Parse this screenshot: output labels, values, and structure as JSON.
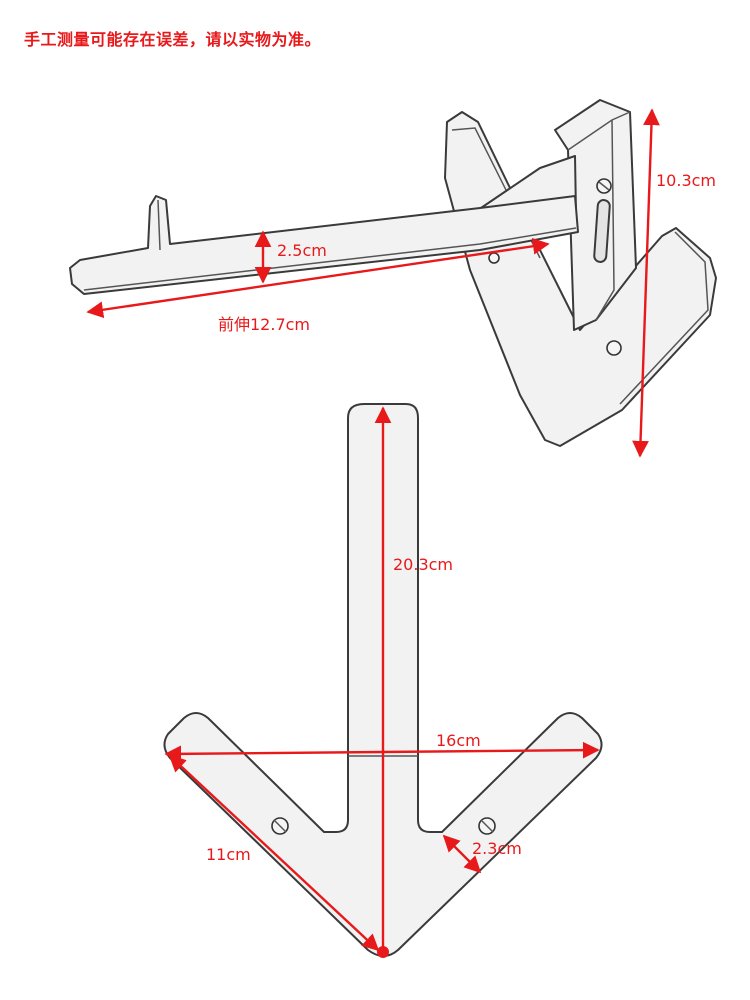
{
  "note": "手工测量可能存在误差，请以实物为准。",
  "accent_color": "#e8191b",
  "dimensions": {
    "thickness": "2.5cm",
    "projection": "前伸12.7cm",
    "mount_height": "10.3cm",
    "total_height": "20.3cm",
    "total_width": "16cm",
    "arm_length": "11cm",
    "arm_width": "2.3cm"
  }
}
